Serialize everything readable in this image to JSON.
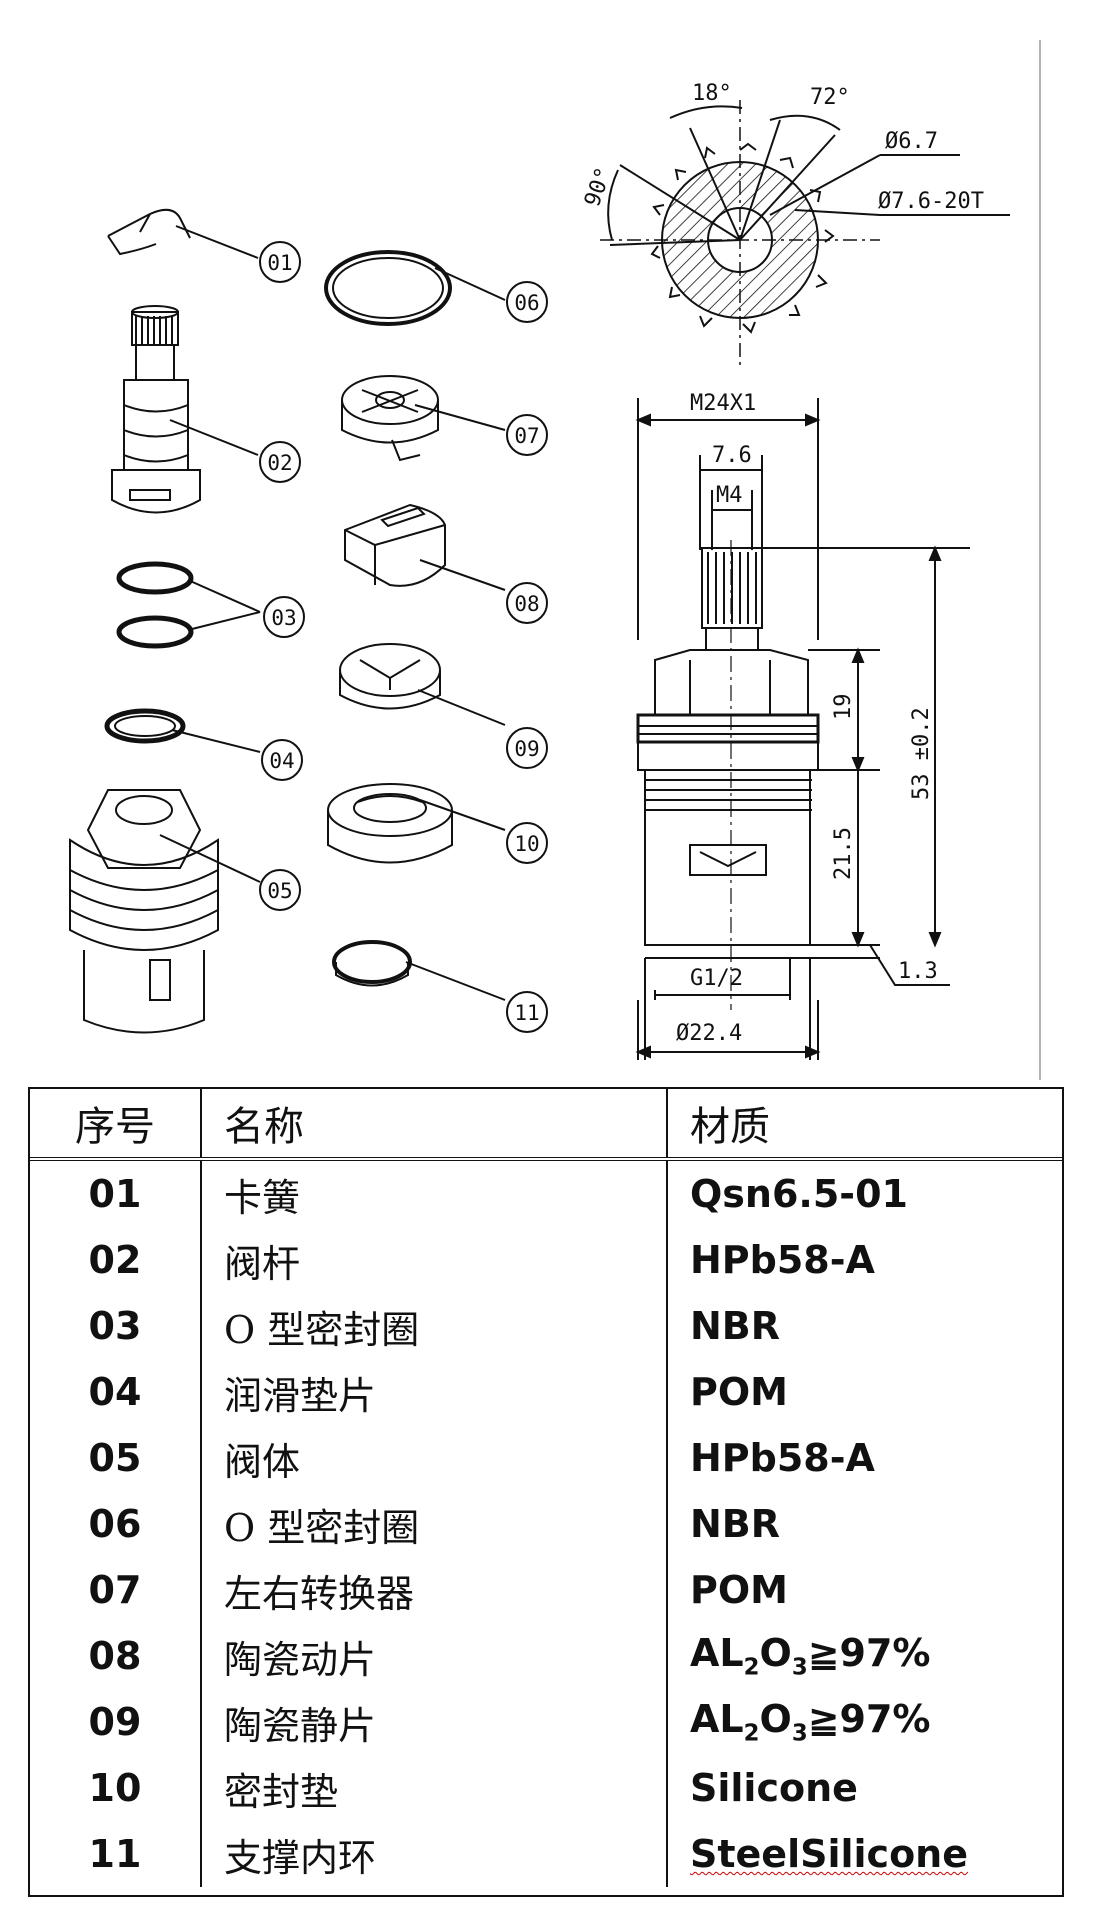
{
  "callouts": [
    "01",
    "02",
    "03",
    "04",
    "05",
    "06",
    "07",
    "08",
    "09",
    "10",
    "11"
  ],
  "dimensions": {
    "angle_18": "18°",
    "angle_72": "72°",
    "angle_90": "90°",
    "bore": "Ø6.7",
    "spline": "Ø7.6-20T",
    "thread": "M24X1",
    "width_7_6": "7.6",
    "m4": "M4",
    "h19": "19",
    "h21_5": "21.5",
    "h53": "53 ±0.2",
    "h1_3": "1.3",
    "g12": "G1/2",
    "dia22_4": "Ø22.4"
  },
  "table": {
    "headers": [
      "序号",
      "名称",
      "材质"
    ],
    "rows": [
      {
        "no": "01",
        "name": "卡簧",
        "material": "Qsn6.5-01"
      },
      {
        "no": "02",
        "name": "阀杆",
        "material": "HPb58-A"
      },
      {
        "no": "03",
        "name": "O 型密封圈",
        "material": "NBR"
      },
      {
        "no": "04",
        "name": "润滑垫片",
        "material": "POM"
      },
      {
        "no": "05",
        "name": "阀体",
        "material": "HPb58-A"
      },
      {
        "no": "06",
        "name": "O 型密封圈",
        "material": "NBR"
      },
      {
        "no": "07",
        "name": "左右转换器",
        "material": "POM"
      },
      {
        "no": "08",
        "name": "陶瓷动片",
        "material_prefix": "AL",
        "material_sub1": "2",
        "material_mid": "O",
        "material_sub2": "3",
        "material_suffix": "≧97%"
      },
      {
        "no": "09",
        "name": "陶瓷静片",
        "material_prefix": "AL",
        "material_sub1": "2",
        "material_mid": "O",
        "material_sub2": "3",
        "material_suffix": "≧97%"
      },
      {
        "no": "10",
        "name": "密封垫",
        "material": "Silicone"
      },
      {
        "no": "11",
        "name": "支撑内环",
        "material": "SteelSilicone"
      }
    ]
  }
}
